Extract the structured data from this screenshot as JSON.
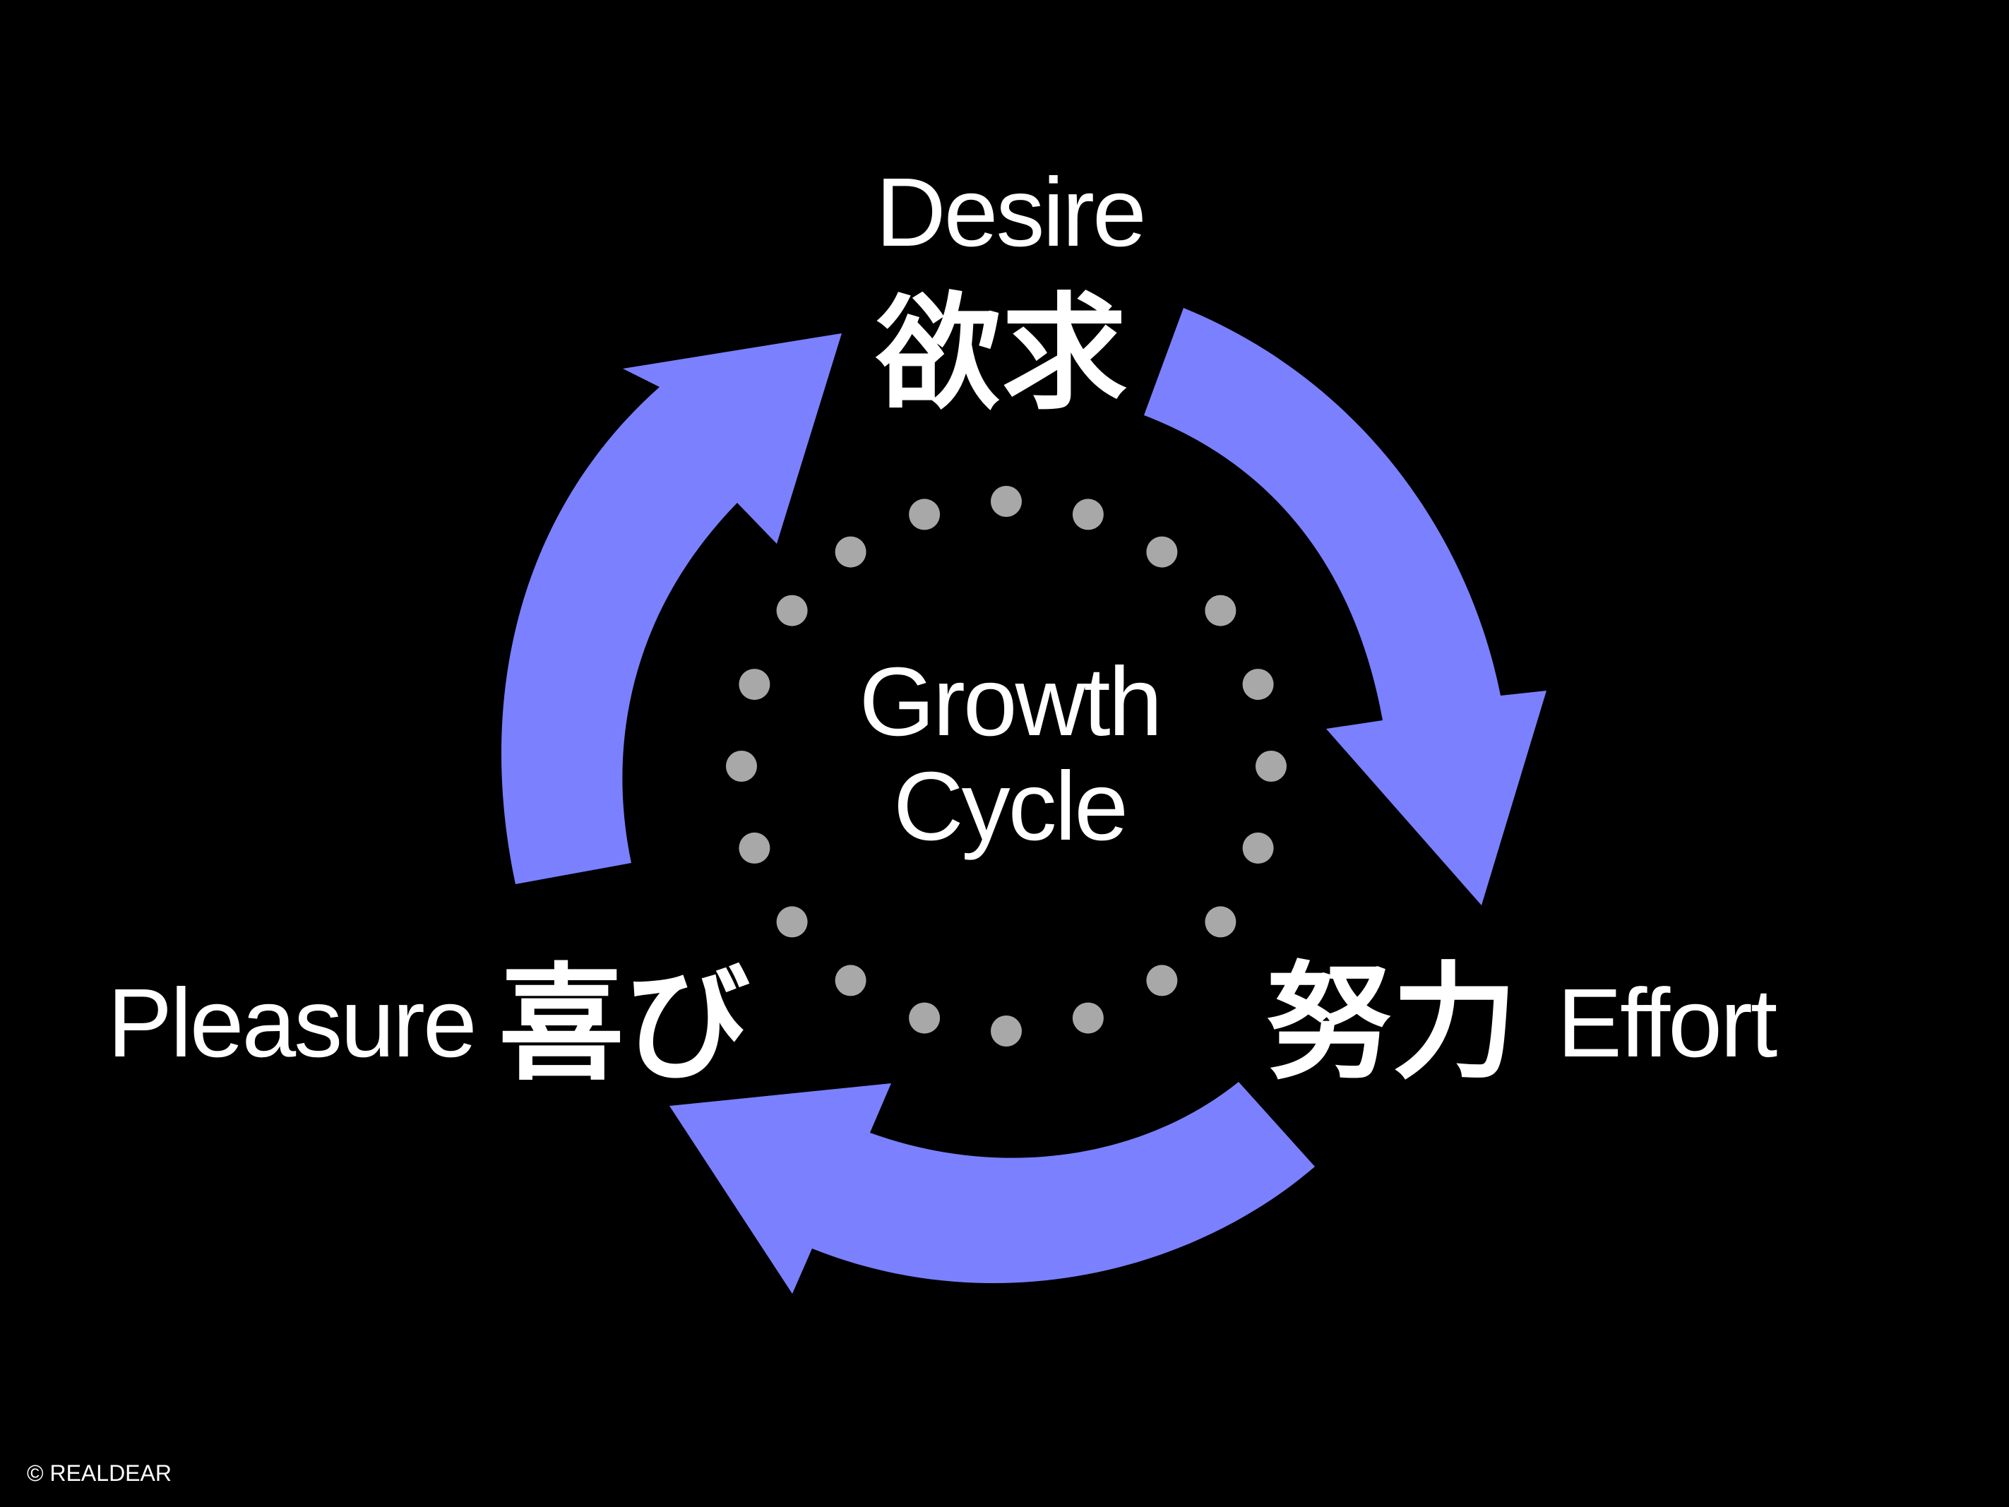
{
  "colors": {
    "background": "#000000",
    "arrow": "#7b80ff",
    "dots": "#a8a8a8",
    "text": "#ffffff"
  },
  "nodes": {
    "desire": {
      "en": "Desire",
      "jp": "欲求"
    },
    "effort": {
      "en": "Effort",
      "jp": "努力"
    },
    "pleasure": {
      "en": "Pleasure",
      "jp": "喜び"
    }
  },
  "center": {
    "line1": "Growth",
    "line2": "Cycle"
  },
  "footer": {
    "copyright": "© REALDEAR"
  },
  "edges": [
    {
      "from": "desire",
      "to": "effort"
    },
    {
      "from": "effort",
      "to": "pleasure"
    },
    {
      "from": "pleasure",
      "to": "desire"
    }
  ]
}
